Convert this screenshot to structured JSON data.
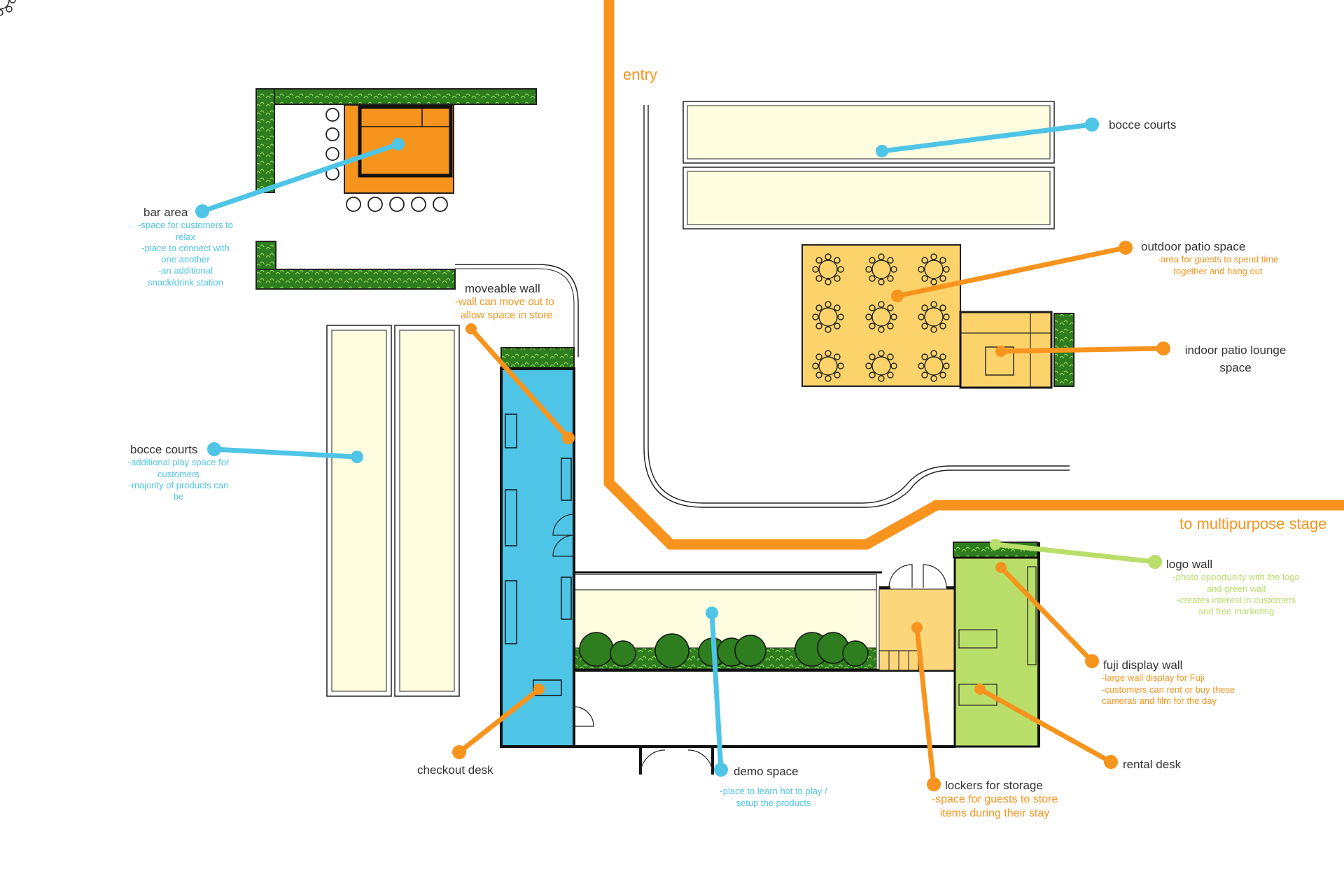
{
  "colors": {
    "orange": "#f7941d",
    "blue": "#4ec4e6",
    "green_light": "#b9de6a",
    "hedge": "#2e7d1e",
    "court_fill": "#fffde0",
    "patio_fill": "#fbd36a",
    "locker_fill": "#fcd67a",
    "bar_fill": "#f7941d",
    "checkout_fill": "#4ec4e6"
  },
  "paths": {
    "entry": "entry",
    "stage": "to multipurpose stage"
  },
  "callouts": {
    "bar_area": {
      "title": "bar area",
      "notes": [
        "-space for customers to",
        "relax",
        "-place to connect with",
        "one another",
        "-an additional",
        "snack/drink station"
      ],
      "icon": "dot-blue"
    },
    "bocce_left": {
      "title": "bocce courts",
      "notes": [
        "-additional play space for",
        "customers",
        "-majority of products can",
        "be"
      ],
      "icon": "dot-blue"
    },
    "bocce_top": {
      "title": "bocce courts",
      "notes": [],
      "icon": "dot-blue"
    },
    "moveable_wall": {
      "title": "moveable wall",
      "notes": [
        "-wall can move out to",
        "allow space in store"
      ],
      "icon": "dot-orange"
    },
    "outdoor_patio": {
      "title": "outdoor patio space",
      "notes": [
        "-area for guests to spend time",
        "together and hang out"
      ],
      "icon": "dot-orange"
    },
    "indoor_patio": {
      "title": "indoor patio lounge",
      "title2": "space",
      "notes": [],
      "icon": "dot-orange"
    },
    "logo_wall": {
      "title": "logo wall",
      "notes": [
        "-photo opportunity with the logo",
        "and green wall",
        "-creates interest in customers",
        "and free marketing"
      ],
      "icon": "dot-green"
    },
    "fuji_wall": {
      "title": "fuji display wall",
      "notes": [
        "-large wall display for Fuji",
        "-customers can rent or buy these",
        "cameras and film for the day"
      ],
      "icon": "dot-orange"
    },
    "rental_desk": {
      "title": "rental desk",
      "notes": [],
      "icon": "dot-orange"
    },
    "checkout_desk": {
      "title": "checkout desk",
      "notes": [],
      "icon": "dot-orange"
    },
    "demo_space": {
      "title": "demo space",
      "notes": [
        "-place to learn hot to play /",
        "setup the products"
      ],
      "icon": "dot-blue"
    },
    "lockers": {
      "title": "lockers for storage",
      "notes": [
        "-space for guests to store",
        "items during their stay"
      ],
      "icon": "dot-orange"
    }
  }
}
